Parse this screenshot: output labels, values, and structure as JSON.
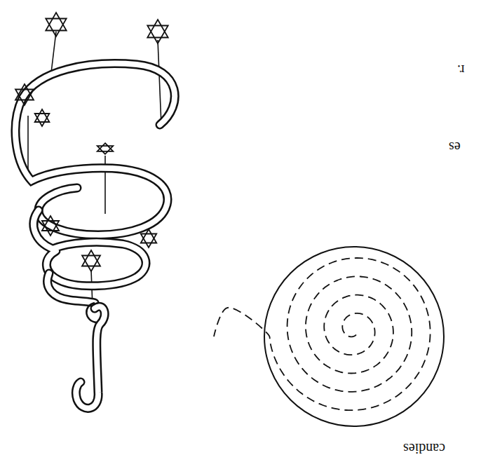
{
  "diagram": {
    "labels": [
      "r.",
      "es",
      "candies"
    ]
  }
}
